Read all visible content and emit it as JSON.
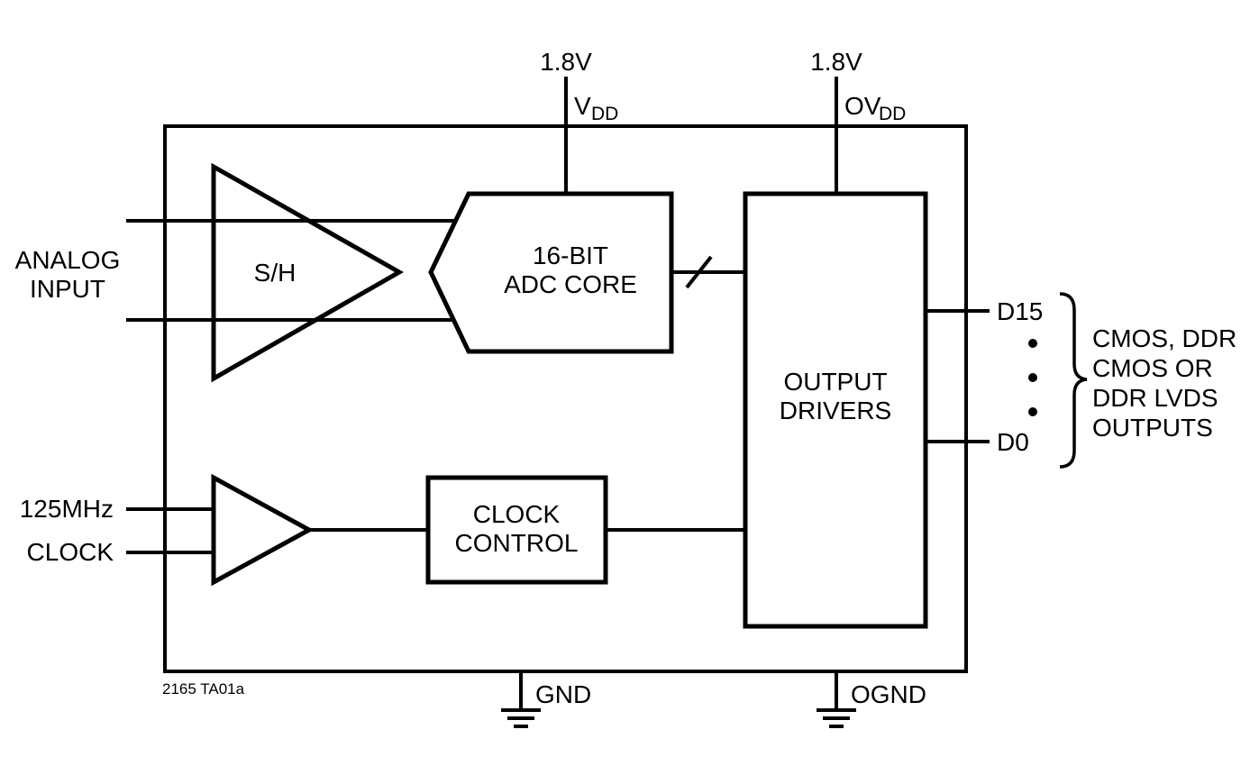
{
  "colors": {
    "ink": "#000000",
    "background": "#ffffff"
  },
  "supplies": {
    "vdd_voltage": "1.8V",
    "vdd_label": "V",
    "vdd_label_sub": "DD",
    "ovdd_voltage": "1.8V",
    "ovdd_label": "OV",
    "ovdd_label_sub": "DD"
  },
  "inputs": {
    "analog_label_line1": "ANALOG",
    "analog_label_line2": "INPUT",
    "clock_freq_label": "125MHz",
    "clock_label": "CLOCK"
  },
  "blocks": {
    "sample_hold_label": "S/H",
    "adc_core_line1": "16-BIT",
    "adc_core_line2": "ADC CORE",
    "clock_control_line1": "CLOCK",
    "clock_control_line2": "CONTROL",
    "output_drivers_line1": "OUTPUT",
    "output_drivers_line2": "DRIVERS"
  },
  "outputs": {
    "msb_label": "D15",
    "lsb_label": "D0",
    "description_line1": "CMOS, DDR",
    "description_line2": "CMOS OR",
    "description_line3": "DDR LVDS",
    "description_line4": "OUTPUTS"
  },
  "grounds": {
    "gnd_label": "GND",
    "ognd_label": "OGND"
  },
  "footer": {
    "figure_id": "2165 TA01a"
  }
}
